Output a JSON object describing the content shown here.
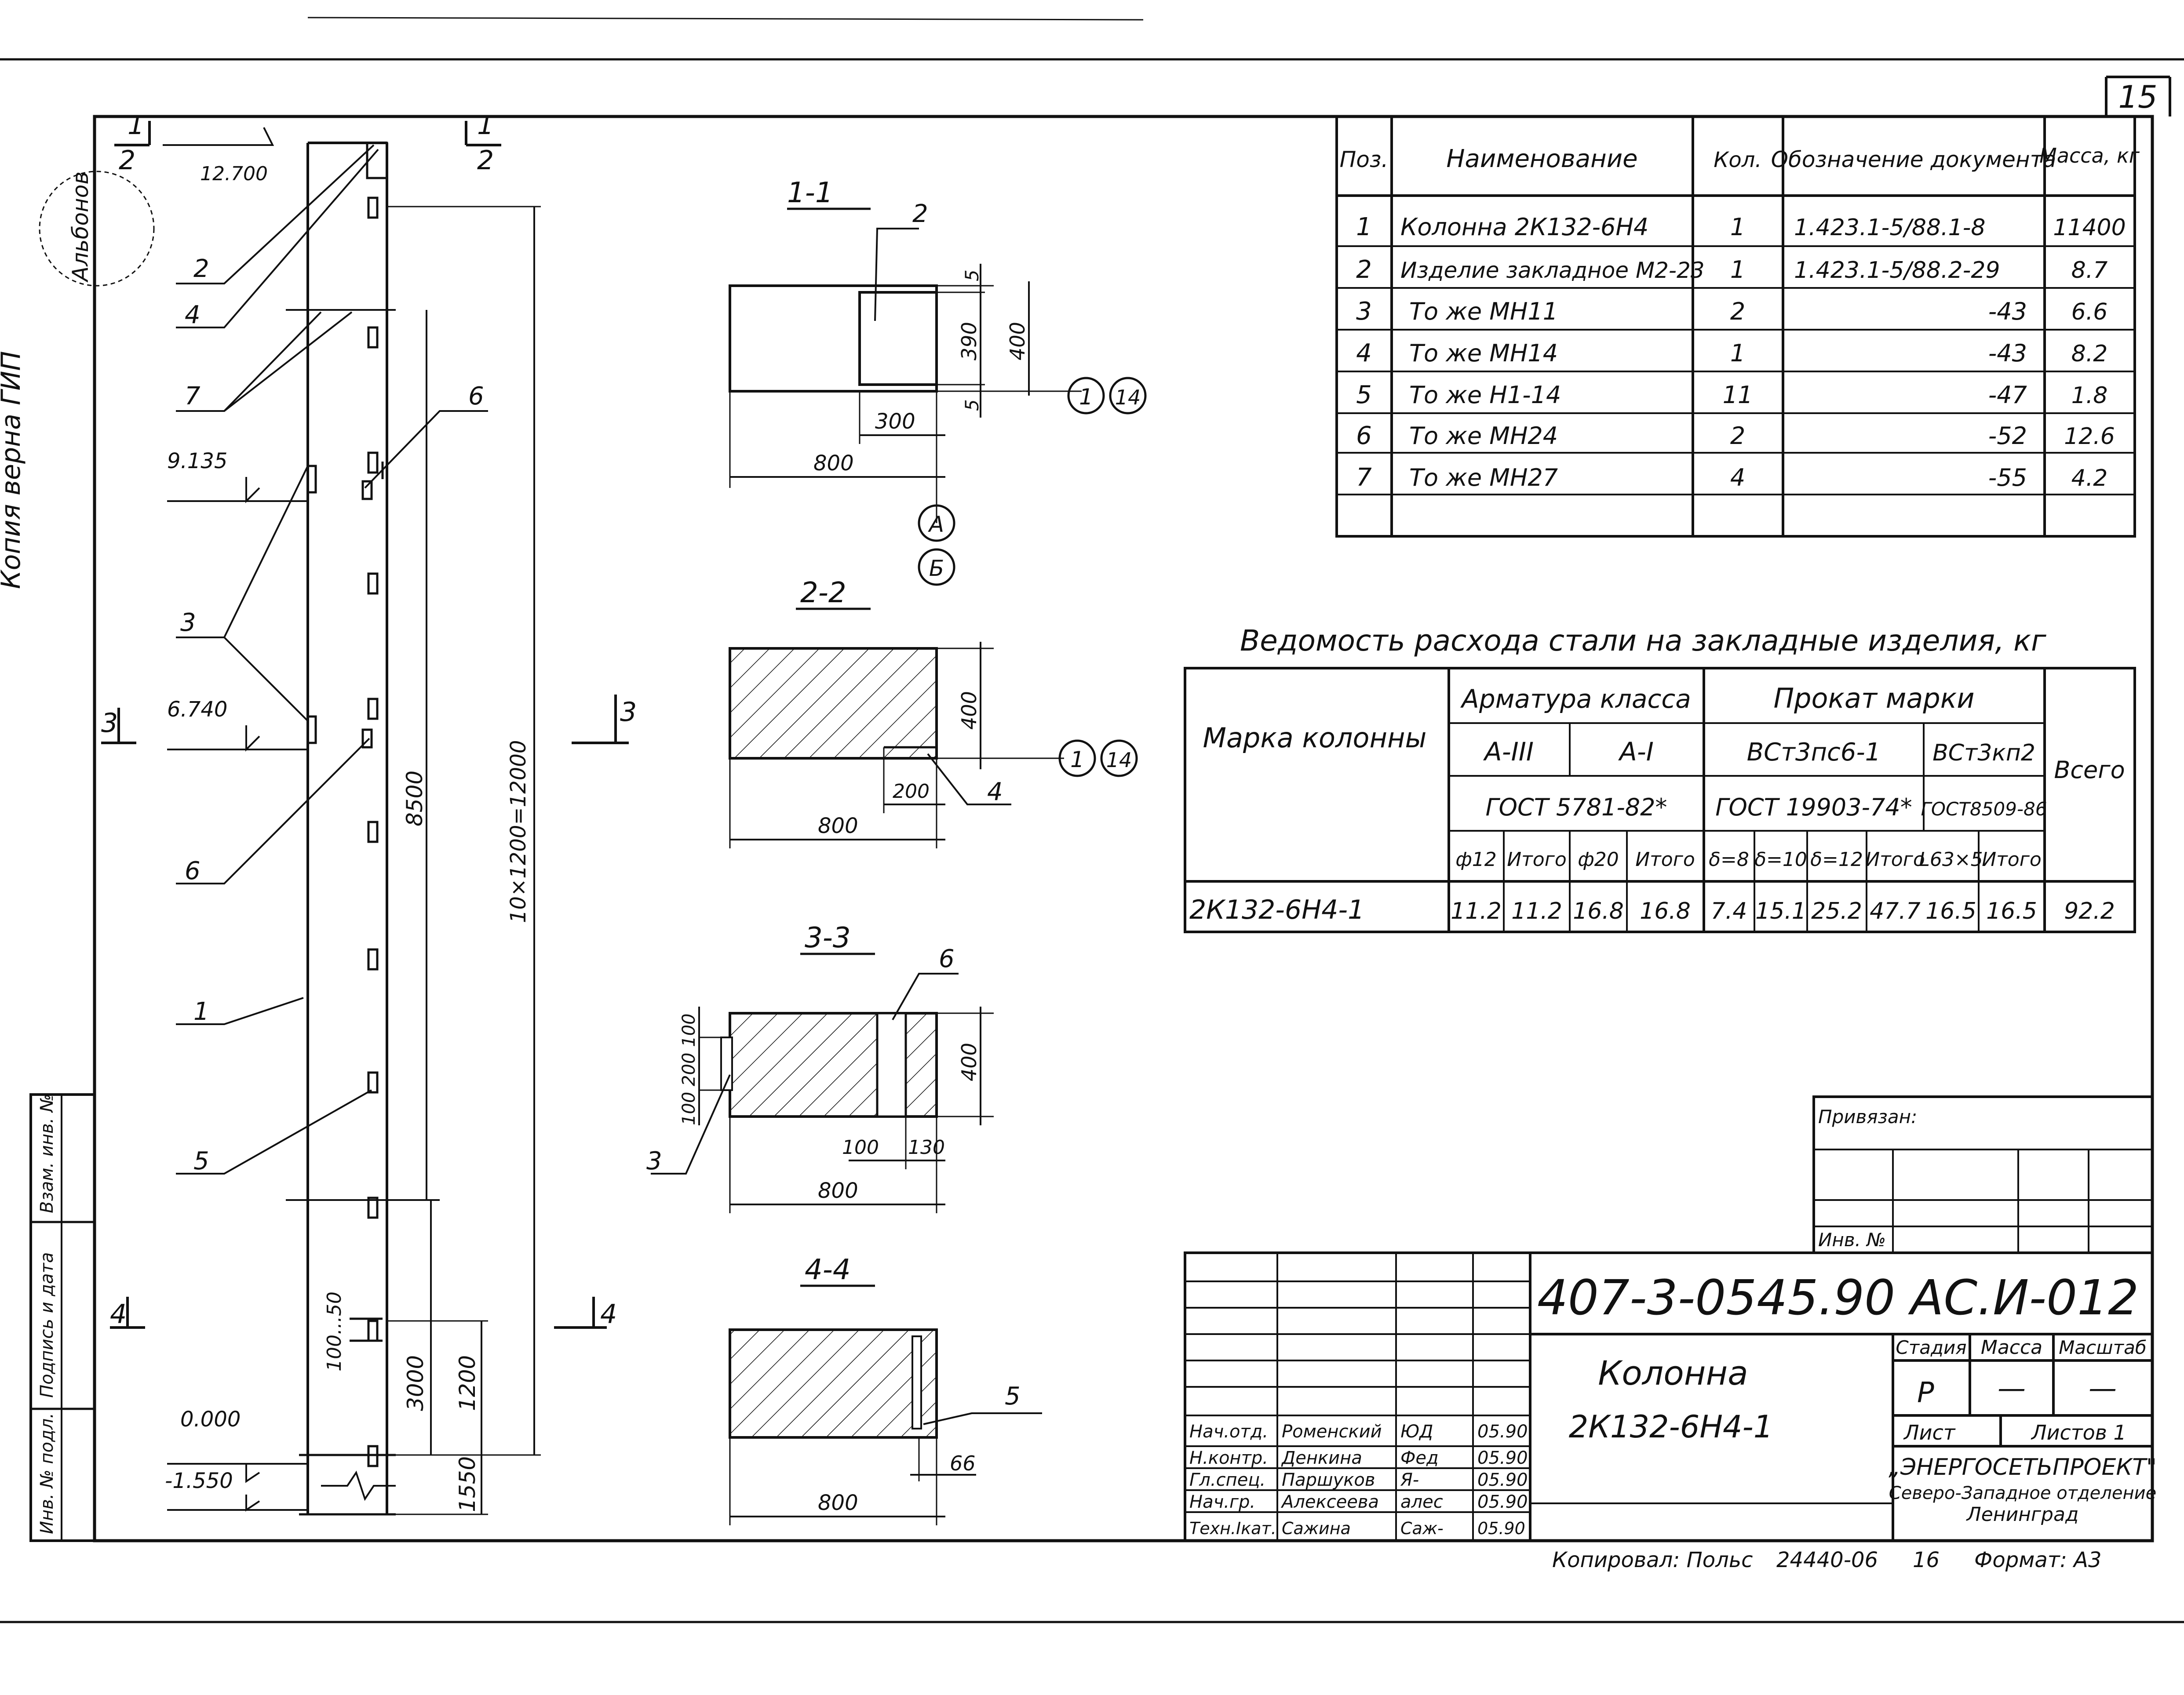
{
  "sheet": {
    "page_number": "15",
    "stamp_side": [
      "Копия верна ГИП",
      "Альбонов"
    ],
    "side_labels": [
      "Инв. № подл.",
      "Подпись и дата",
      "Взам. инв. №"
    ]
  },
  "elevation": {
    "level_top": "12.700",
    "level_1": "9.135",
    "level_2": "6.740",
    "level_zero": "0.000",
    "level_bottom": "-1.550",
    "dim_total": "10×1200=12000",
    "dim_upper": "8500",
    "dim_lower": "3000",
    "dim_1200": "1200",
    "dim_1550": "1550",
    "dim_100_50": "100...50",
    "section_marks": [
      "1",
      "2",
      "3",
      "4"
    ],
    "position_callouts": [
      "2",
      "4",
      "7",
      "6",
      "3",
      "6",
      "1",
      "5"
    ]
  },
  "sections": [
    {
      "title": "1-1",
      "width": "800",
      "inner": "300",
      "height": "400",
      "inner_h": "390",
      "gap": "5",
      "callout": "2",
      "axes": [
        "1",
        "14"
      ],
      "rows": [
        "А",
        "Б"
      ]
    },
    {
      "title": "2-2",
      "width": "800",
      "inner": "200",
      "height": "400",
      "callout": "4",
      "axes": [
        "1",
        "14"
      ]
    },
    {
      "title": "3-3",
      "width": "800",
      "inner": "100",
      "inner2": "130",
      "height": "400",
      "left_dims": "100 200 100",
      "callouts": [
        "6",
        "3"
      ]
    },
    {
      "title": "4-4",
      "width": "800",
      "height": "66",
      "callout": "5"
    }
  ],
  "spec_table": {
    "headers": [
      "Поз.",
      "Наименование",
      "Кол.",
      "Обозначение документа",
      "Масса, кг"
    ],
    "rows": [
      [
        "1",
        "Колонна 2К132-6Н4",
        "1",
        "1.423.1-5/88.1-8",
        "11400"
      ],
      [
        "2",
        "Изделие закладное М2-23",
        "1",
        "1.423.1-5/88.2-29",
        "8.7"
      ],
      [
        "3",
        "То же МН11",
        "2",
        "-43",
        "6.6"
      ],
      [
        "4",
        "То же МН14",
        "1",
        "-43",
        "8.2"
      ],
      [
        "5",
        "То же Н1-14",
        "11",
        "-47",
        "1.8"
      ],
      [
        "6",
        "То же МН24",
        "2",
        "-52",
        "12.6"
      ],
      [
        "7",
        "То же МН27",
        "4",
        "-55",
        "4.2"
      ]
    ]
  },
  "steel_table": {
    "title": "Ведомость расхода стали на закладные изделия, кг",
    "mark_header": "Марка колонны",
    "group1": "Арматура класса",
    "group2": "Прокат марки",
    "class1": "А-III",
    "class2": "А-I",
    "class3": "ВСт3пс6-1",
    "class4": "ВСт3кп2",
    "gost1": "ГОСТ 5781-82*",
    "gost2": "ГОСТ 19903-74*",
    "gost3": "ГОСТ8509-86",
    "total_header": "Всего",
    "sub_headers": [
      "ф12",
      "Итого",
      "ф20",
      "Итого",
      "δ=8",
      "δ=10",
      "δ=12",
      "Итого",
      "L63×5",
      "Итого"
    ],
    "row_mark": "2К132-6Н4-1",
    "row_values": [
      "11.2",
      "11.2",
      "16.8",
      "16.8",
      "7.4",
      "15.1",
      "25.2",
      "47.7",
      "16.5",
      "16.5"
    ],
    "row_total": "92.2"
  },
  "title_block": {
    "privyazan": "Привязан:",
    "inv_no": "Инв. №",
    "code": "407-3-0545.90 АС.И-012",
    "name_line1": "Колонна",
    "name_line2": "2К132-6Н4-1",
    "stage_h": "Стадия",
    "mass_h": "Масса",
    "scale_h": "Масштаб",
    "stage": "Р",
    "mass": "—",
    "scale": "—",
    "sheet_h": "Лист",
    "sheets_h": "Листов 1",
    "org1": "„ЭНЕРГОСЕТЬПРОЕКТ\"",
    "org2": "Северо-Западное отделение",
    "org3": "Ленинград",
    "signers": [
      {
        "role": "Нач.отд.",
        "name": "Роменский",
        "sign": "ЮД",
        "date": "05.90"
      },
      {
        "role": "Н.контр.",
        "name": "Денкина",
        "sign": "Фед",
        "date": "05.90"
      },
      {
        "role": "Гл.спец.",
        "name": "Паршуков",
        "sign": "Я-",
        "date": "05.90"
      },
      {
        "role": "Нач.гр.",
        "name": "Алексеева",
        "sign": "алес",
        "date": "05.90"
      },
      {
        "role": "Техн.Iкат.",
        "name": "Сажина",
        "sign": "Саж-",
        "date": "05.90"
      }
    ]
  },
  "footer": {
    "copied": "Копировал: Польс",
    "number": "24440-06",
    "sheet": "16",
    "format": "Формат: А3"
  }
}
